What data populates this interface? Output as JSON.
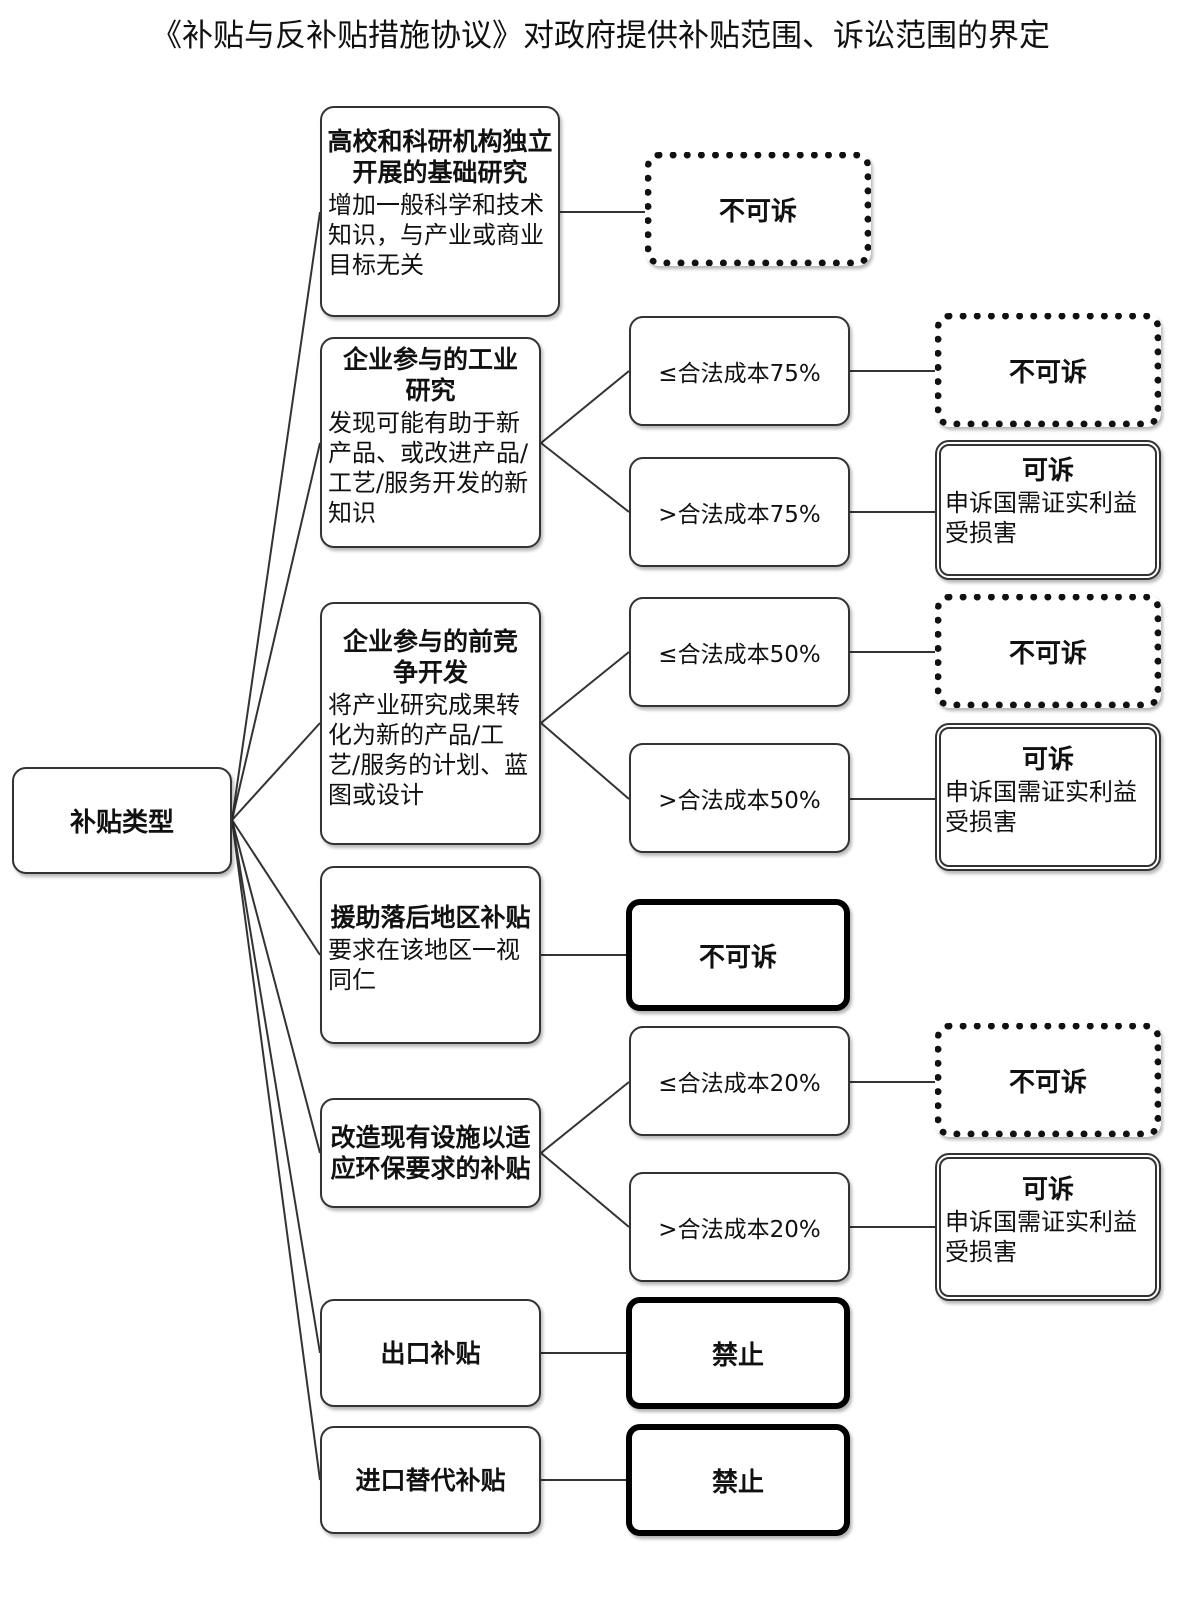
{
  "title": "《补贴与反补贴措施协议》对政府提供补贴范围、诉讼范围的界定",
  "root": "补贴类型",
  "categories": [
    {
      "title": "高校和科研机构独立开展的基础研究",
      "desc": "增加一般科学和技术知识，与产业或商业目标无关"
    },
    {
      "title": "企业参与的工业研究",
      "desc": "发现可能有助于新产品、或改进产品/工艺/服务开发的新知识"
    },
    {
      "title": "企业参与的前竞争开发",
      "desc": "将产业研究成果转化为新的产品/工艺/服务的计划、蓝图或设计"
    },
    {
      "title": "援助落后地区补贴",
      "desc": "要求在该地区一视同仁"
    },
    {
      "title": "改造现有设施以适应环保要求的补贴",
      "desc": ""
    },
    {
      "title": "出口补贴",
      "desc": ""
    },
    {
      "title": "进口替代补贴",
      "desc": ""
    }
  ],
  "conditions": {
    "industrial_low": "≤合法成本75%",
    "industrial_high": ">合法成本75%",
    "precompetitive_low": "≤合法成本50%",
    "precompetitive_high": ">合法成本50%",
    "environmental_low": "≤合法成本20%",
    "environmental_high": ">合法成本20%"
  },
  "outcomes": {
    "not_actionable": "不可诉",
    "actionable": "可诉",
    "actionable_note": "申诉国需证实利益受损害",
    "prohibited": "禁止"
  }
}
